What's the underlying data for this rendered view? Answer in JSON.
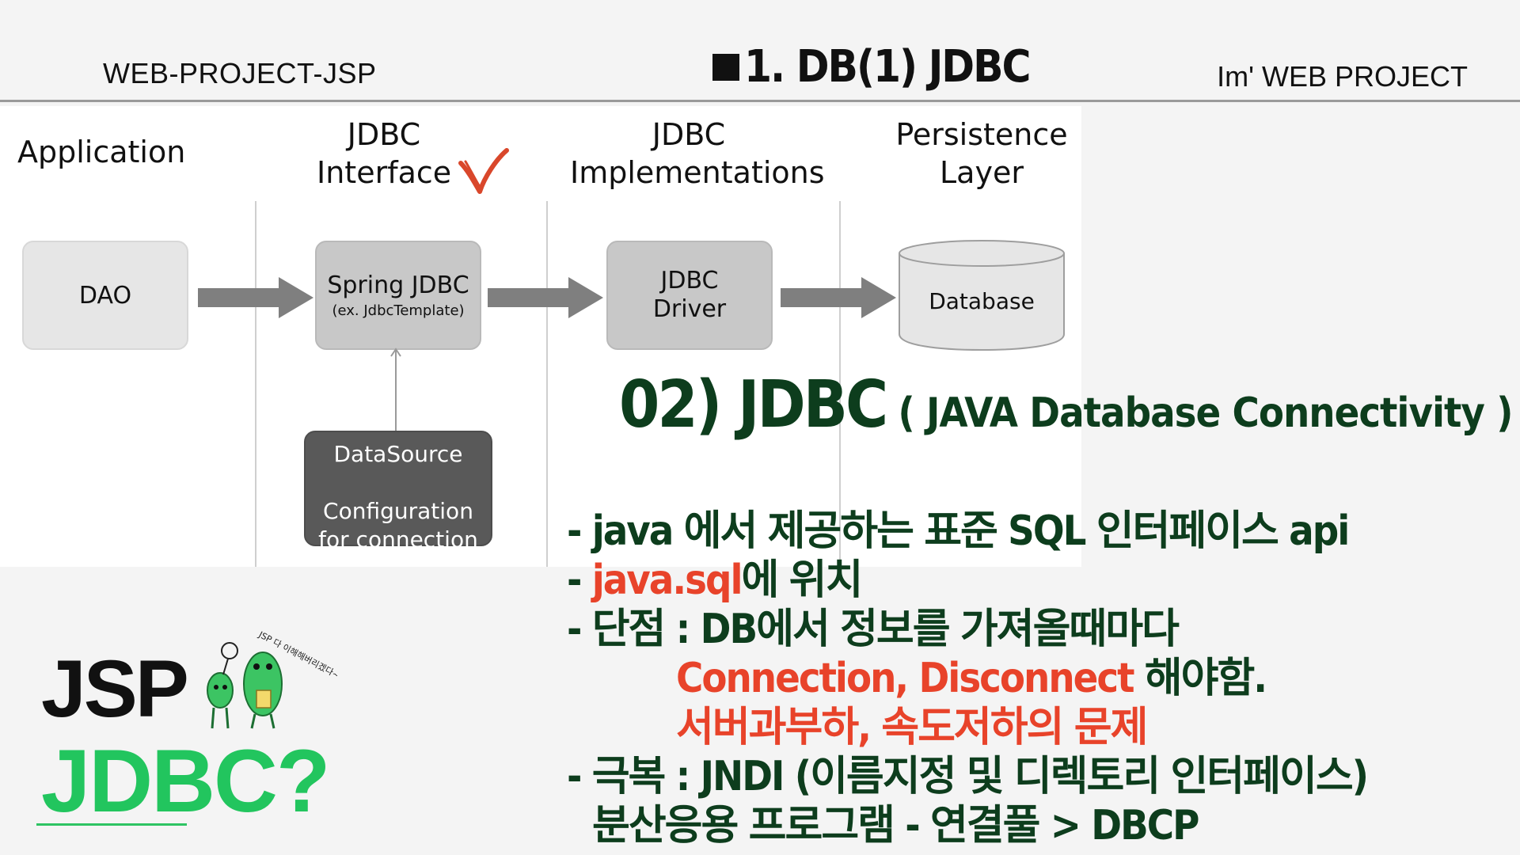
{
  "header": {
    "left": "WEB-PROJECT-JSP",
    "center": "1. DB(1) JDBC",
    "right": "Im'  WEB PROJECT"
  },
  "diagram": {
    "columns": [
      {
        "title_line1": "Application",
        "title_line2": ""
      },
      {
        "title_line1": "JDBC",
        "title_line2": "Interface"
      },
      {
        "title_line1": "JDBC",
        "title_line2": "Implementations"
      },
      {
        "title_line1": "Persistence",
        "title_line2": "Layer"
      }
    ],
    "boxes": {
      "dao": "DAO",
      "spring_line1": "Spring JDBC",
      "spring_line2": "(ex. JdbcTemplate)",
      "driver_line1": "JDBC",
      "driver_line2": "Driver",
      "database": "Database",
      "datasource_line1": "DataSource",
      "datasource_line2": "Configuration",
      "datasource_line3": "for connection"
    }
  },
  "main": {
    "title_big": "02) JDBC",
    "title_small": " ( JAVA Database Connectivity )",
    "bullets": {
      "b1": "- java 에서 제공하는 표준 SQL 인터페이스 api",
      "b2_prefix": "- ",
      "b2_red": "java.sql",
      "b2_rest": "에 위치",
      "b3": "- 단점 : DB에서 정보를 가져올때마다",
      "b4_red": "Connection, Disconnect",
      "b4_rest": " 해야함.",
      "b5_red": "서버과부하, 속도저하의 문제",
      "b6": "- 극복 : JNDI (이름지정 및 디렉토리 인터페이스)",
      "b7": "분산응용 프로그램 - 연결풀 > DBCP"
    }
  },
  "logo": {
    "jsp": "JSP",
    "jdbc_q": "JDBC?",
    "mascot_caption": "JSP 다 이해해버리겠다~!"
  },
  "colors": {
    "accent_green": "#22c55e",
    "title_green": "#0d3d1d",
    "highlight_red": "#e8432a",
    "check_red": "#d9472b"
  }
}
